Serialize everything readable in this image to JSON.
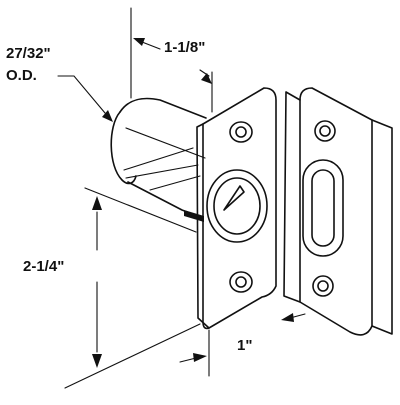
{
  "diagram": {
    "dimensions": {
      "outer_diameter_value": "27/32\"",
      "outer_diameter_unit": "O.D.",
      "bolt_length": "1-1/8\"",
      "plate_height": "2-1/4\"",
      "strike_thickness": "1\""
    },
    "colors": {
      "line": "#111111",
      "background": "#ffffff"
    }
  }
}
